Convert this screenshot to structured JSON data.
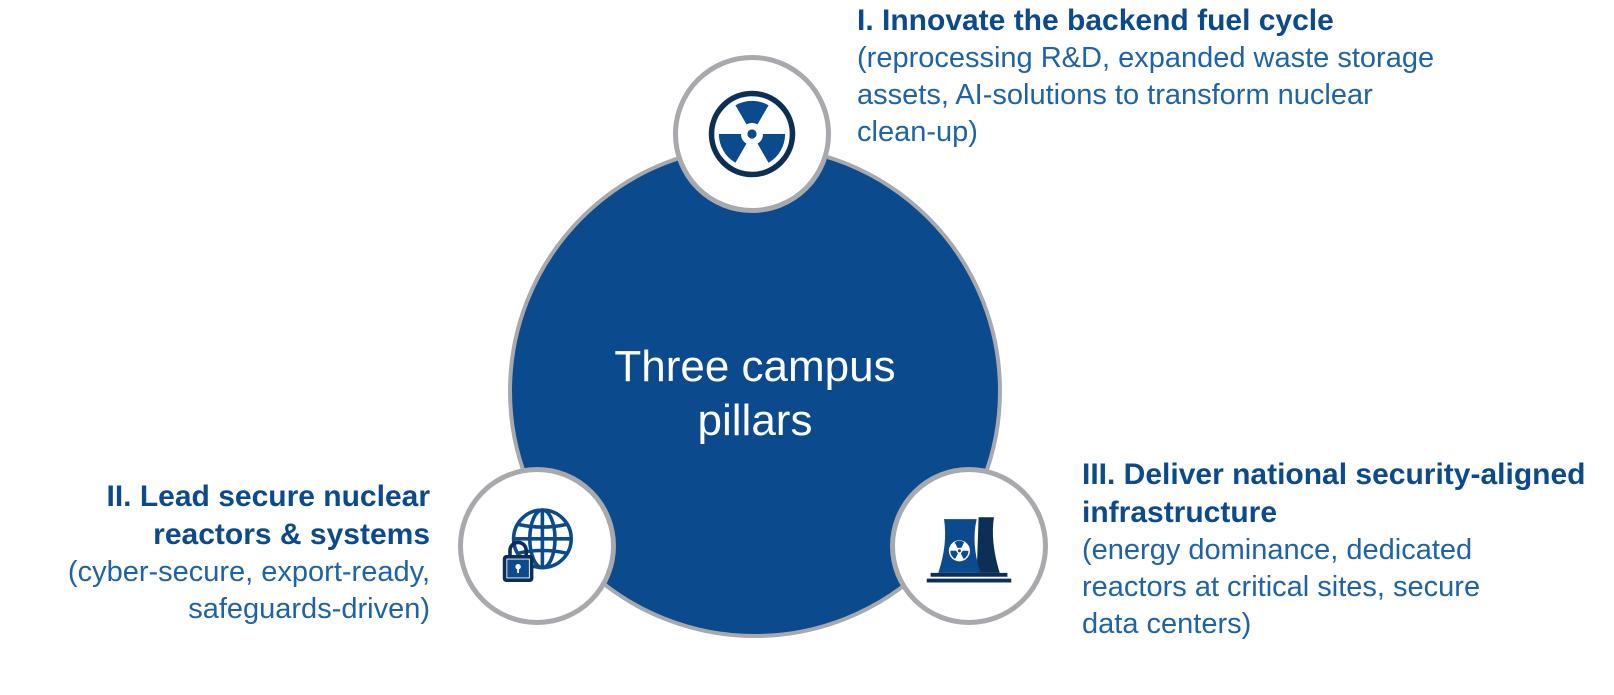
{
  "center": {
    "title": "Three campus pillars"
  },
  "colors": {
    "primary": "#0b4a8c",
    "text_light": "#1d63a6",
    "ring": "#a7a9ac"
  },
  "pillars": [
    {
      "title": "I. Innovate the backend fuel cycle",
      "description": "(reprocessing R&D, expanded waste storage assets, AI-solutions to transform nuclear clean-up)",
      "icon": "radiation-icon"
    },
    {
      "title": "II. Lead secure nuclear reactors & systems",
      "description": "(cyber-secure, export-ready, safeguards-driven)",
      "icon": "secure-globe-icon"
    },
    {
      "title": "III. Deliver national security-aligned infrastructure",
      "description": "(energy dominance, dedicated reactors at critical sites, secure data centers)",
      "icon": "nuclear-plant-icon"
    }
  ]
}
